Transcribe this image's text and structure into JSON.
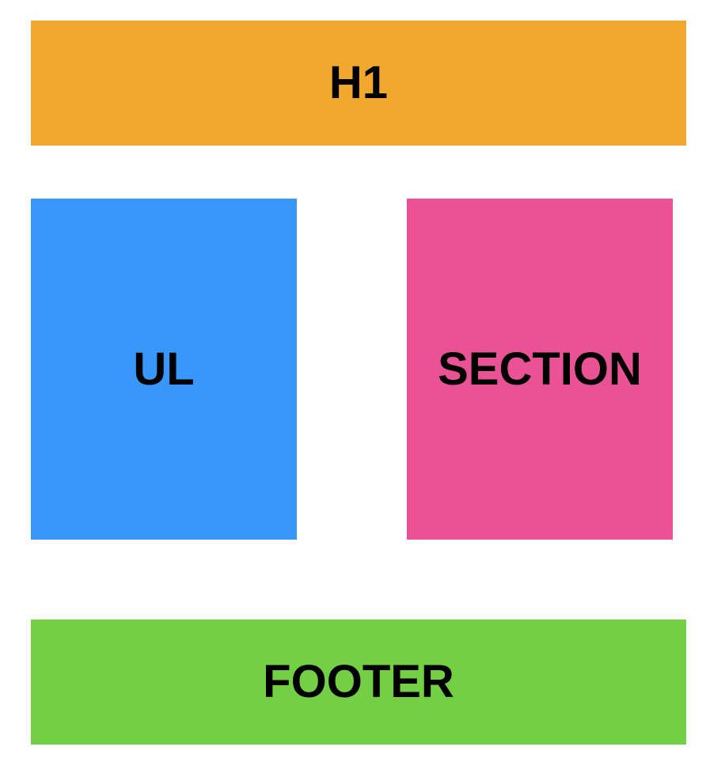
{
  "blocks": {
    "h1": {
      "label": "H1",
      "color": "#F2A72E"
    },
    "ul": {
      "label": "UL",
      "color": "#3897FB"
    },
    "section": {
      "label": "SECTION",
      "color": "#EA5296"
    },
    "footer": {
      "label": "FOOTER",
      "color": "#73CF43"
    }
  }
}
